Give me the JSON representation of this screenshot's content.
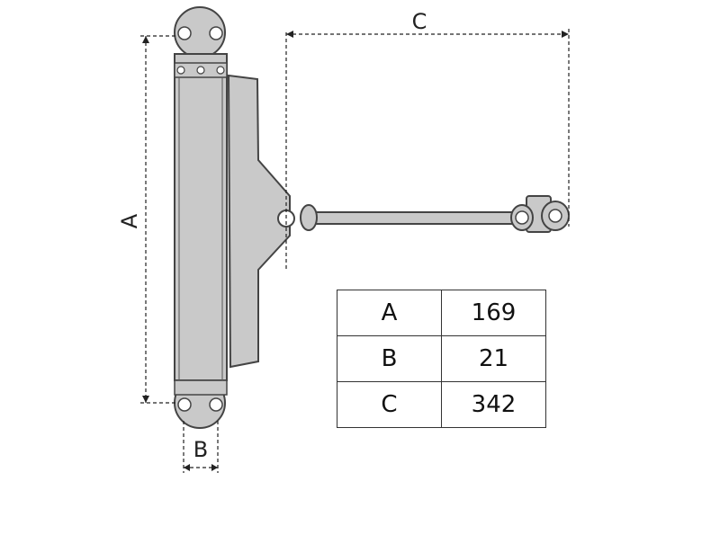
{
  "dimension_labels": {
    "a": "A",
    "b": "B",
    "c": "C"
  },
  "table": {
    "rows": [
      {
        "label": "A",
        "value": "169"
      },
      {
        "label": "B",
        "value": "21"
      },
      {
        "label": "C",
        "value": "342"
      }
    ]
  },
  "colors": {
    "body_fill": "#c9c9c9",
    "outline": "#444444",
    "dim_line": "#222222"
  }
}
